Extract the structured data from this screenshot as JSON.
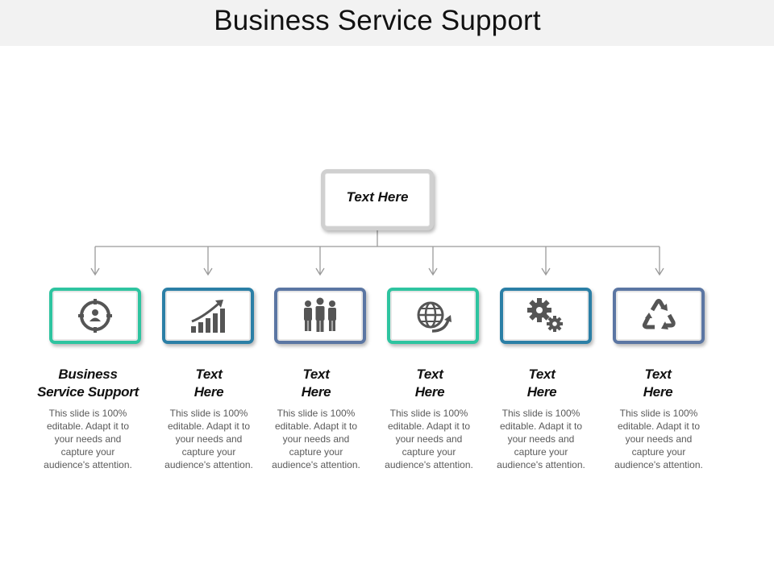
{
  "title": "Business Service Support",
  "root": {
    "label": "Text Here"
  },
  "nodes": [
    {
      "icon": "target-person-icon",
      "color": "#2ec4a0",
      "title_line1": "Business",
      "title_line2": "Service Support",
      "description": [
        "This slide is 100%",
        "editable. Adapt it to",
        "your needs and",
        "capture your",
        "audience's attention."
      ]
    },
    {
      "icon": "growth-chart-icon",
      "color": "#2b7fa6",
      "title_line1": "Text",
      "title_line2": "Here",
      "description": [
        "This slide is 100%",
        "editable. Adapt it to",
        "your needs and",
        "capture your",
        "audience's attention."
      ]
    },
    {
      "icon": "team-icon",
      "color": "#5b76a3",
      "title_line1": "Text",
      "title_line2": "Here",
      "description": [
        "This slide is 100%",
        "editable. Adapt it to",
        "your needs and",
        "capture your",
        "audience's attention."
      ]
    },
    {
      "icon": "globe-arrow-icon",
      "color": "#2ec4a0",
      "title_line1": "Text",
      "title_line2": "Here",
      "description": [
        "This slide is 100%",
        "editable. Adapt it to",
        "your needs and",
        "capture your",
        "audience's attention."
      ]
    },
    {
      "icon": "gears-icon",
      "color": "#2b7fa6",
      "title_line1": "Text",
      "title_line2": "Here",
      "description": [
        "This slide is 100%",
        "editable. Adapt it to",
        "your needs and",
        "capture your",
        "audience's attention."
      ]
    },
    {
      "icon": "recycle-icon",
      "color": "#5b76a3",
      "title_line1": "Text",
      "title_line2": "Here",
      "description": [
        "This slide is 100%",
        "editable. Adapt it to",
        "your needs and",
        "capture your",
        "audience's attention."
      ]
    }
  ],
  "colors": {
    "icon_fill": "#555555",
    "connector": "#9a9a9a",
    "root_border": "#d0d0d0",
    "title_bar": "#f2f2f2"
  }
}
